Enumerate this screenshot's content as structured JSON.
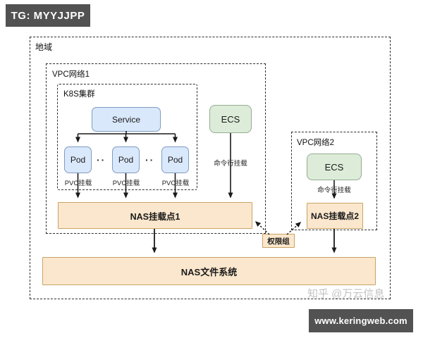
{
  "badges": {
    "tg_label": "TG: MYYJJPP",
    "website_label": "www.keringweb.com"
  },
  "watermark_text": "知乎 @万云信息",
  "diagram": {
    "region_label": "地域",
    "vpc1": {
      "label": "VPC网络1",
      "k8s": {
        "label": "K8S集群",
        "service_label": "Service",
        "pods": [
          "Pod",
          "Pod",
          "Pod"
        ],
        "pod_dots": "··",
        "pvc_mount_label": "PVC挂载"
      },
      "ecs_label": "ECS",
      "cli_mount_label": "命令行挂载",
      "nas_mount1_label": "NAS挂载点1"
    },
    "vpc2": {
      "label": "VPC网络2",
      "ecs_label": "ECS",
      "cli_mount_label": "命令行挂载",
      "nas_mount2_label": "NAS挂载点2"
    },
    "permission_group_label": "权限组",
    "nas_filesystem_label": "NAS文件系统"
  },
  "colors": {
    "node_blue_fill": "#dae8fc",
    "node_blue_border": "#7f9cc1",
    "node_green_fill": "#ddecd9",
    "node_green_border": "#93ac90",
    "node_peach_fill": "#fbe7cd",
    "node_peach_border": "#c9a366",
    "dashed_border": "#2e2e2e",
    "badge_background": "#525252",
    "watermark_gray": "#c3c3c3",
    "arrow_black": "#1a1a1a"
  }
}
